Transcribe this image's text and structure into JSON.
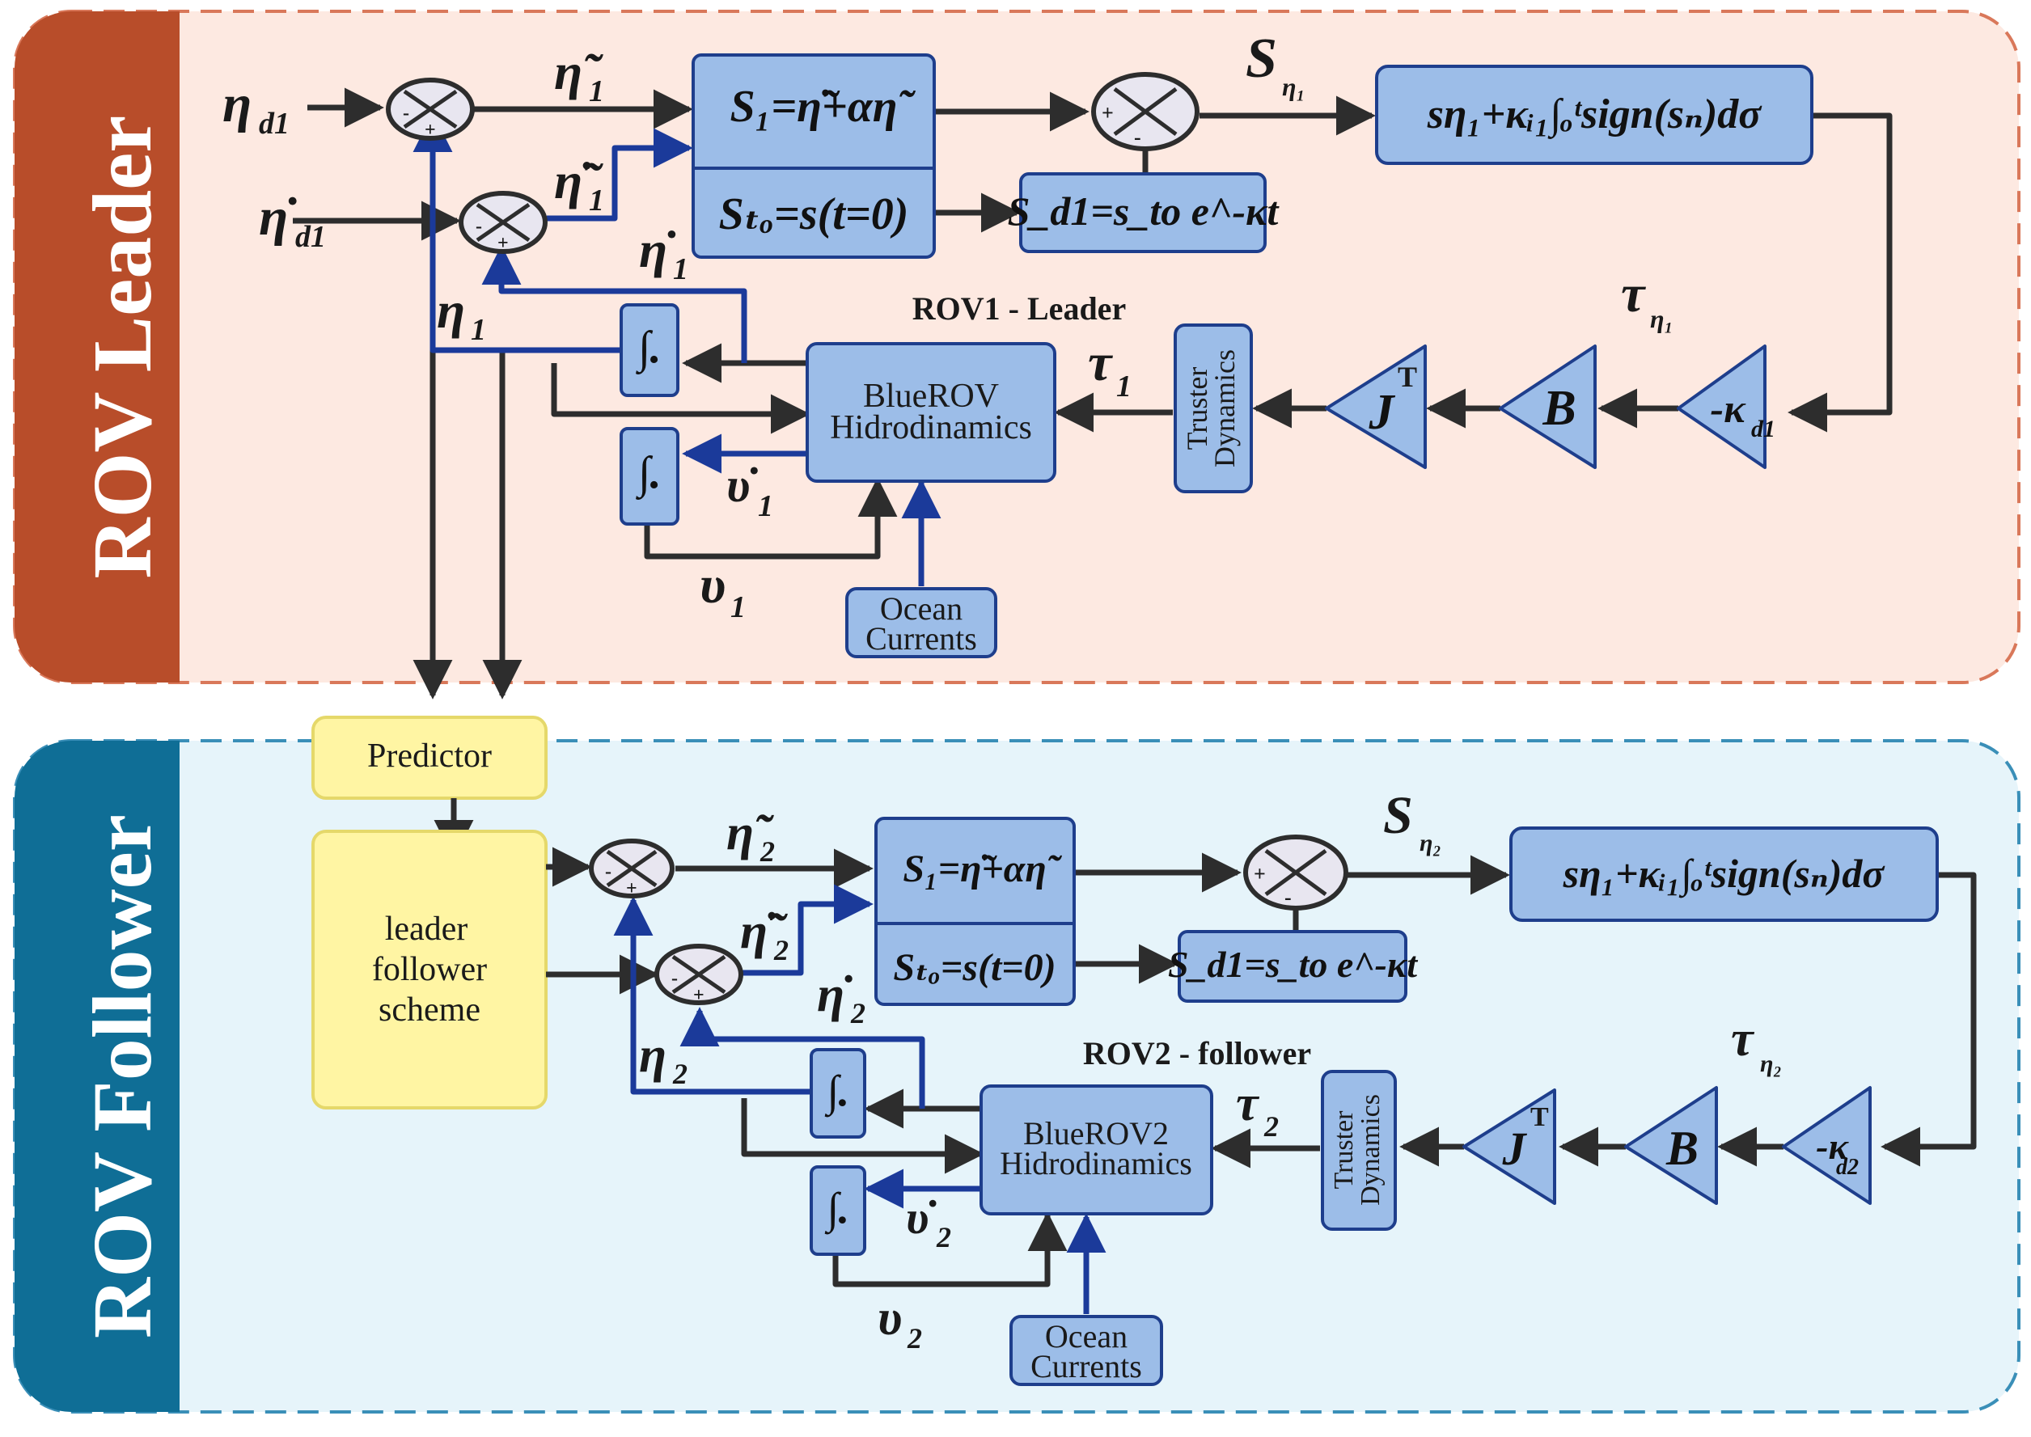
{
  "colors": {
    "leader_band": "#b84d2a",
    "leader_bg": "#fde9e1",
    "follower_band": "#0f6e96",
    "follower_bg": "#e6f4fa",
    "block_fill": "#9cbde8",
    "block_stroke": "#1e3e8c",
    "yellow_fill": "#fff5a3",
    "yellow_stroke": "#e5d86a",
    "dark_line": "#2d2d2d",
    "blue_line": "#1b3a9a"
  },
  "sections": {
    "leader_label": "ROV Leader",
    "follower_label": "ROV Follower"
  },
  "leader": {
    "title": "ROV1 - Leader",
    "inputs": {
      "eta_d": "η",
      "eta_d_sub": "d1",
      "etadot_d": "η̇",
      "etadot_d_sub": "d1"
    },
    "sigs": {
      "eta_tilde": "η̃",
      "eta_tilde_sub": "1",
      "etadot_tilde": "η̃̇",
      "etadot_tilde_sub": "1",
      "etadot": "η̇",
      "etadot_sub": "1",
      "eta": "η",
      "eta_sub": "1",
      "s_eta": "S",
      "s_eta_sub": "η₁",
      "tau_eta": "τ",
      "tau_eta_sub": "η₁",
      "tau": "τ",
      "tau_sub": "1",
      "nudot": "υ̇",
      "nudot_sub": "1",
      "nu": "υ",
      "nu_sub": "1"
    },
    "blocks": {
      "s_main": "S₁=η̃̇+αη̃",
      "s_to": "Sₜₒ=s(t=0)",
      "s_d": "S_d1=s_to e^-κt",
      "s_int": "sη₁+κᵢ₁∫ₒᵗsign(sₙ)dσ",
      "kappa": "-κ",
      "kappa_sub": "d1",
      "b": "B",
      "jt": "J",
      "jt_sup": "T",
      "thruster_line1": "Truster",
      "thruster_line2": "Dynamics",
      "hydro_line1": "BlueROV",
      "hydro_line2": "Hidrodinamics",
      "ocean_line1": "Ocean",
      "ocean_line2": "Currents",
      "integrator": "∫."
    }
  },
  "follower": {
    "title": "ROV2 - follower",
    "sigs": {
      "eta_tilde": "η̃",
      "eta_tilde_sub": "2",
      "etadot_tilde": "η̃̇",
      "etadot_tilde_sub": "2",
      "etadot": "η̇",
      "etadot_sub": "2",
      "eta": "η",
      "eta_sub": "2",
      "s_eta": "S",
      "s_eta_sub": "η₂",
      "tau_eta": "τ",
      "tau_eta_sub": "η₂",
      "tau": "τ",
      "tau_sub": "2",
      "nudot": "υ̇",
      "nudot_sub": "2",
      "nu": "υ",
      "nu_sub": "2"
    },
    "blocks": {
      "s_main": "S₁=η̃̇+αη̃",
      "s_to": "Sₜₒ=s(t=0)",
      "s_d": "S_d1=s_to e^-κt",
      "s_int": "sη₁+κᵢ₁∫ₒᵗsign(sₙ)dσ",
      "kappa": "-κ",
      "kappa_sub": "d2",
      "b": "B",
      "jt": "J",
      "jt_sup": "T",
      "thruster_line1": "Truster",
      "thruster_line2": "Dynamics",
      "hydro_line1": "BlueROV2",
      "hydro_line2": "Hidrodinamics",
      "ocean_line1": "Ocean",
      "ocean_line2": "Currents",
      "integrator": "∫."
    }
  },
  "predictor": {
    "label": "Predictor"
  },
  "scheme": {
    "line1": "leader",
    "line2": "follower",
    "line3": "scheme"
  },
  "sum_signs": {
    "minus": "-",
    "plus": "+"
  }
}
